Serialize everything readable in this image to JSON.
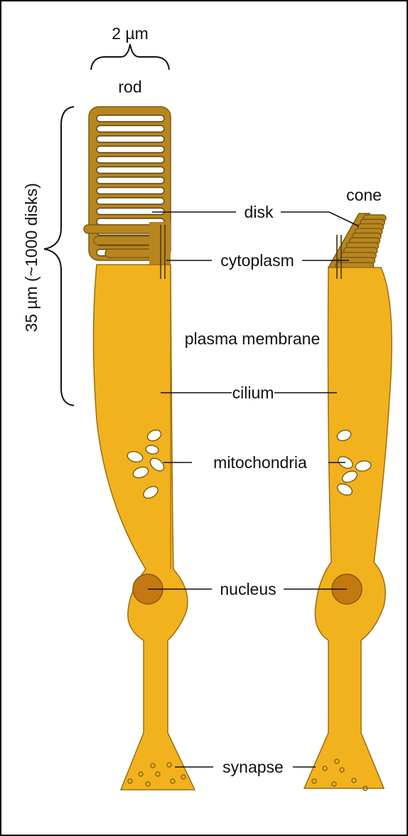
{
  "labels": {
    "scale_width": "2 µm",
    "rod": "rod",
    "cone": "cone",
    "length": "35 µm (~1000 disks)",
    "disk": "disk",
    "cytoplasm": "cytoplasm",
    "plasma_membrane": "plasma membrane",
    "cilium": "cilium",
    "mitochondria": "mitochondria",
    "nucleus": "nucleus",
    "synapse": "synapse"
  },
  "colors": {
    "outer_segment": "#b8861f",
    "inner_segment": "#f2b21e",
    "nucleus": "#c47812",
    "outline": "#7a5a10"
  }
}
